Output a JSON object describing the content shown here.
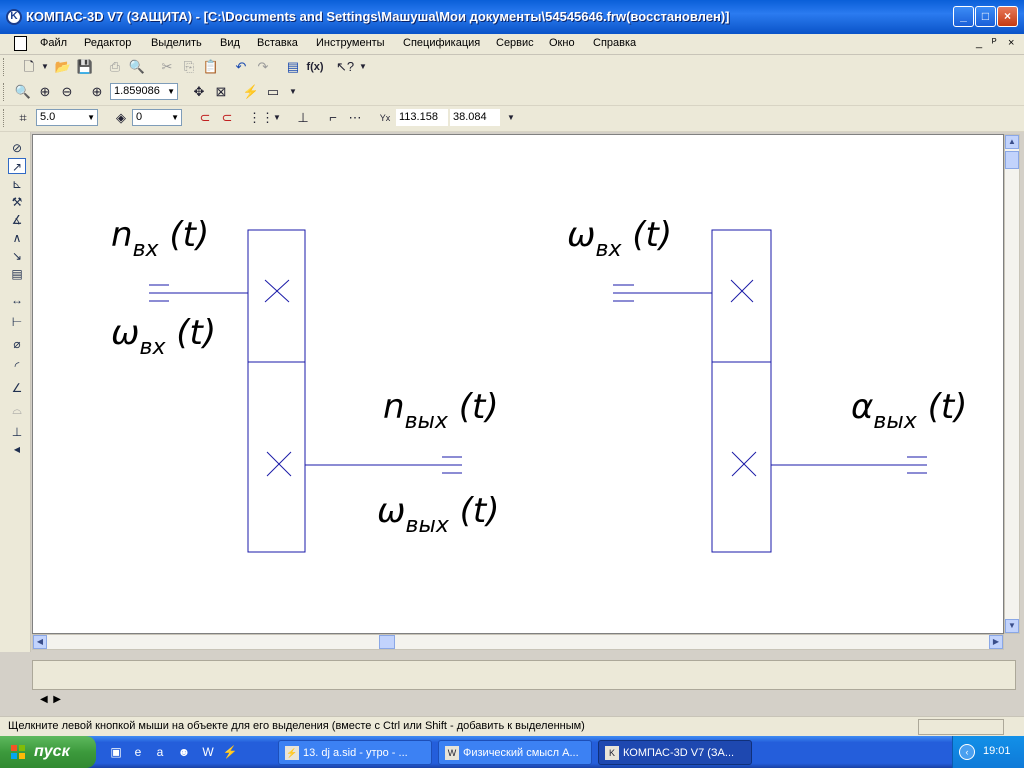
{
  "window": {
    "title": "КОМПАС-3D V7 (ЗАЩИТА) - [C:\\Documents and Settings\\Машуша\\Мои документы\\54545646.frw(восстановлен)]",
    "app_icon": "kompas-logo-icon",
    "controls": [
      "_",
      "□",
      "×"
    ]
  },
  "menu": {
    "items": [
      "Файл",
      "Редактор",
      "Выделить",
      "Вид",
      "Вставка",
      "Инструменты",
      "Спецификация",
      "Сервис",
      "Окно",
      "Справка"
    ],
    "doc_controls": [
      "_",
      "ᴾ",
      "×"
    ]
  },
  "toolbar_view": {
    "zoom_value": "1.859086"
  },
  "toolbar_params": {
    "step_value": "5.0",
    "layer_value": "0",
    "coord_x": "113.158",
    "coord_y": "38.084"
  },
  "drawing": {
    "left": {
      "label_top_main": "n",
      "label_top_sub": "вх",
      "label_top_arg": " (t)",
      "label_mid_main": "ω",
      "label_mid_sub": "вх",
      "label_mid_arg": " (t)",
      "label_out1_main": "n",
      "label_out1_sub": "вых",
      "label_out1_arg": " (t)",
      "label_out2_main": "ω",
      "label_out2_sub": "вых",
      "label_out2_arg": " (t)"
    },
    "right": {
      "label_in_main": "ω",
      "label_in_sub": "вх",
      "label_in_arg": " (t)",
      "label_out_main": "α",
      "label_out_sub": "вых",
      "label_out_arg": " (t)"
    }
  },
  "status": {
    "hint": "Щелкните левой кнопкой мыши на объекте для его выделения (вместе с Ctrl или Shift - добавить к выделенным)"
  },
  "taskbar": {
    "start_label": "пуск",
    "tasks": [
      {
        "label": "13. dj a.sid - утро - ...",
        "active": false
      },
      {
        "label": "Физический смысл А...",
        "active": false
      },
      {
        "label": "КОМПАС-3D V7 (ЗА...",
        "active": true
      }
    ],
    "clock": "19:01"
  }
}
